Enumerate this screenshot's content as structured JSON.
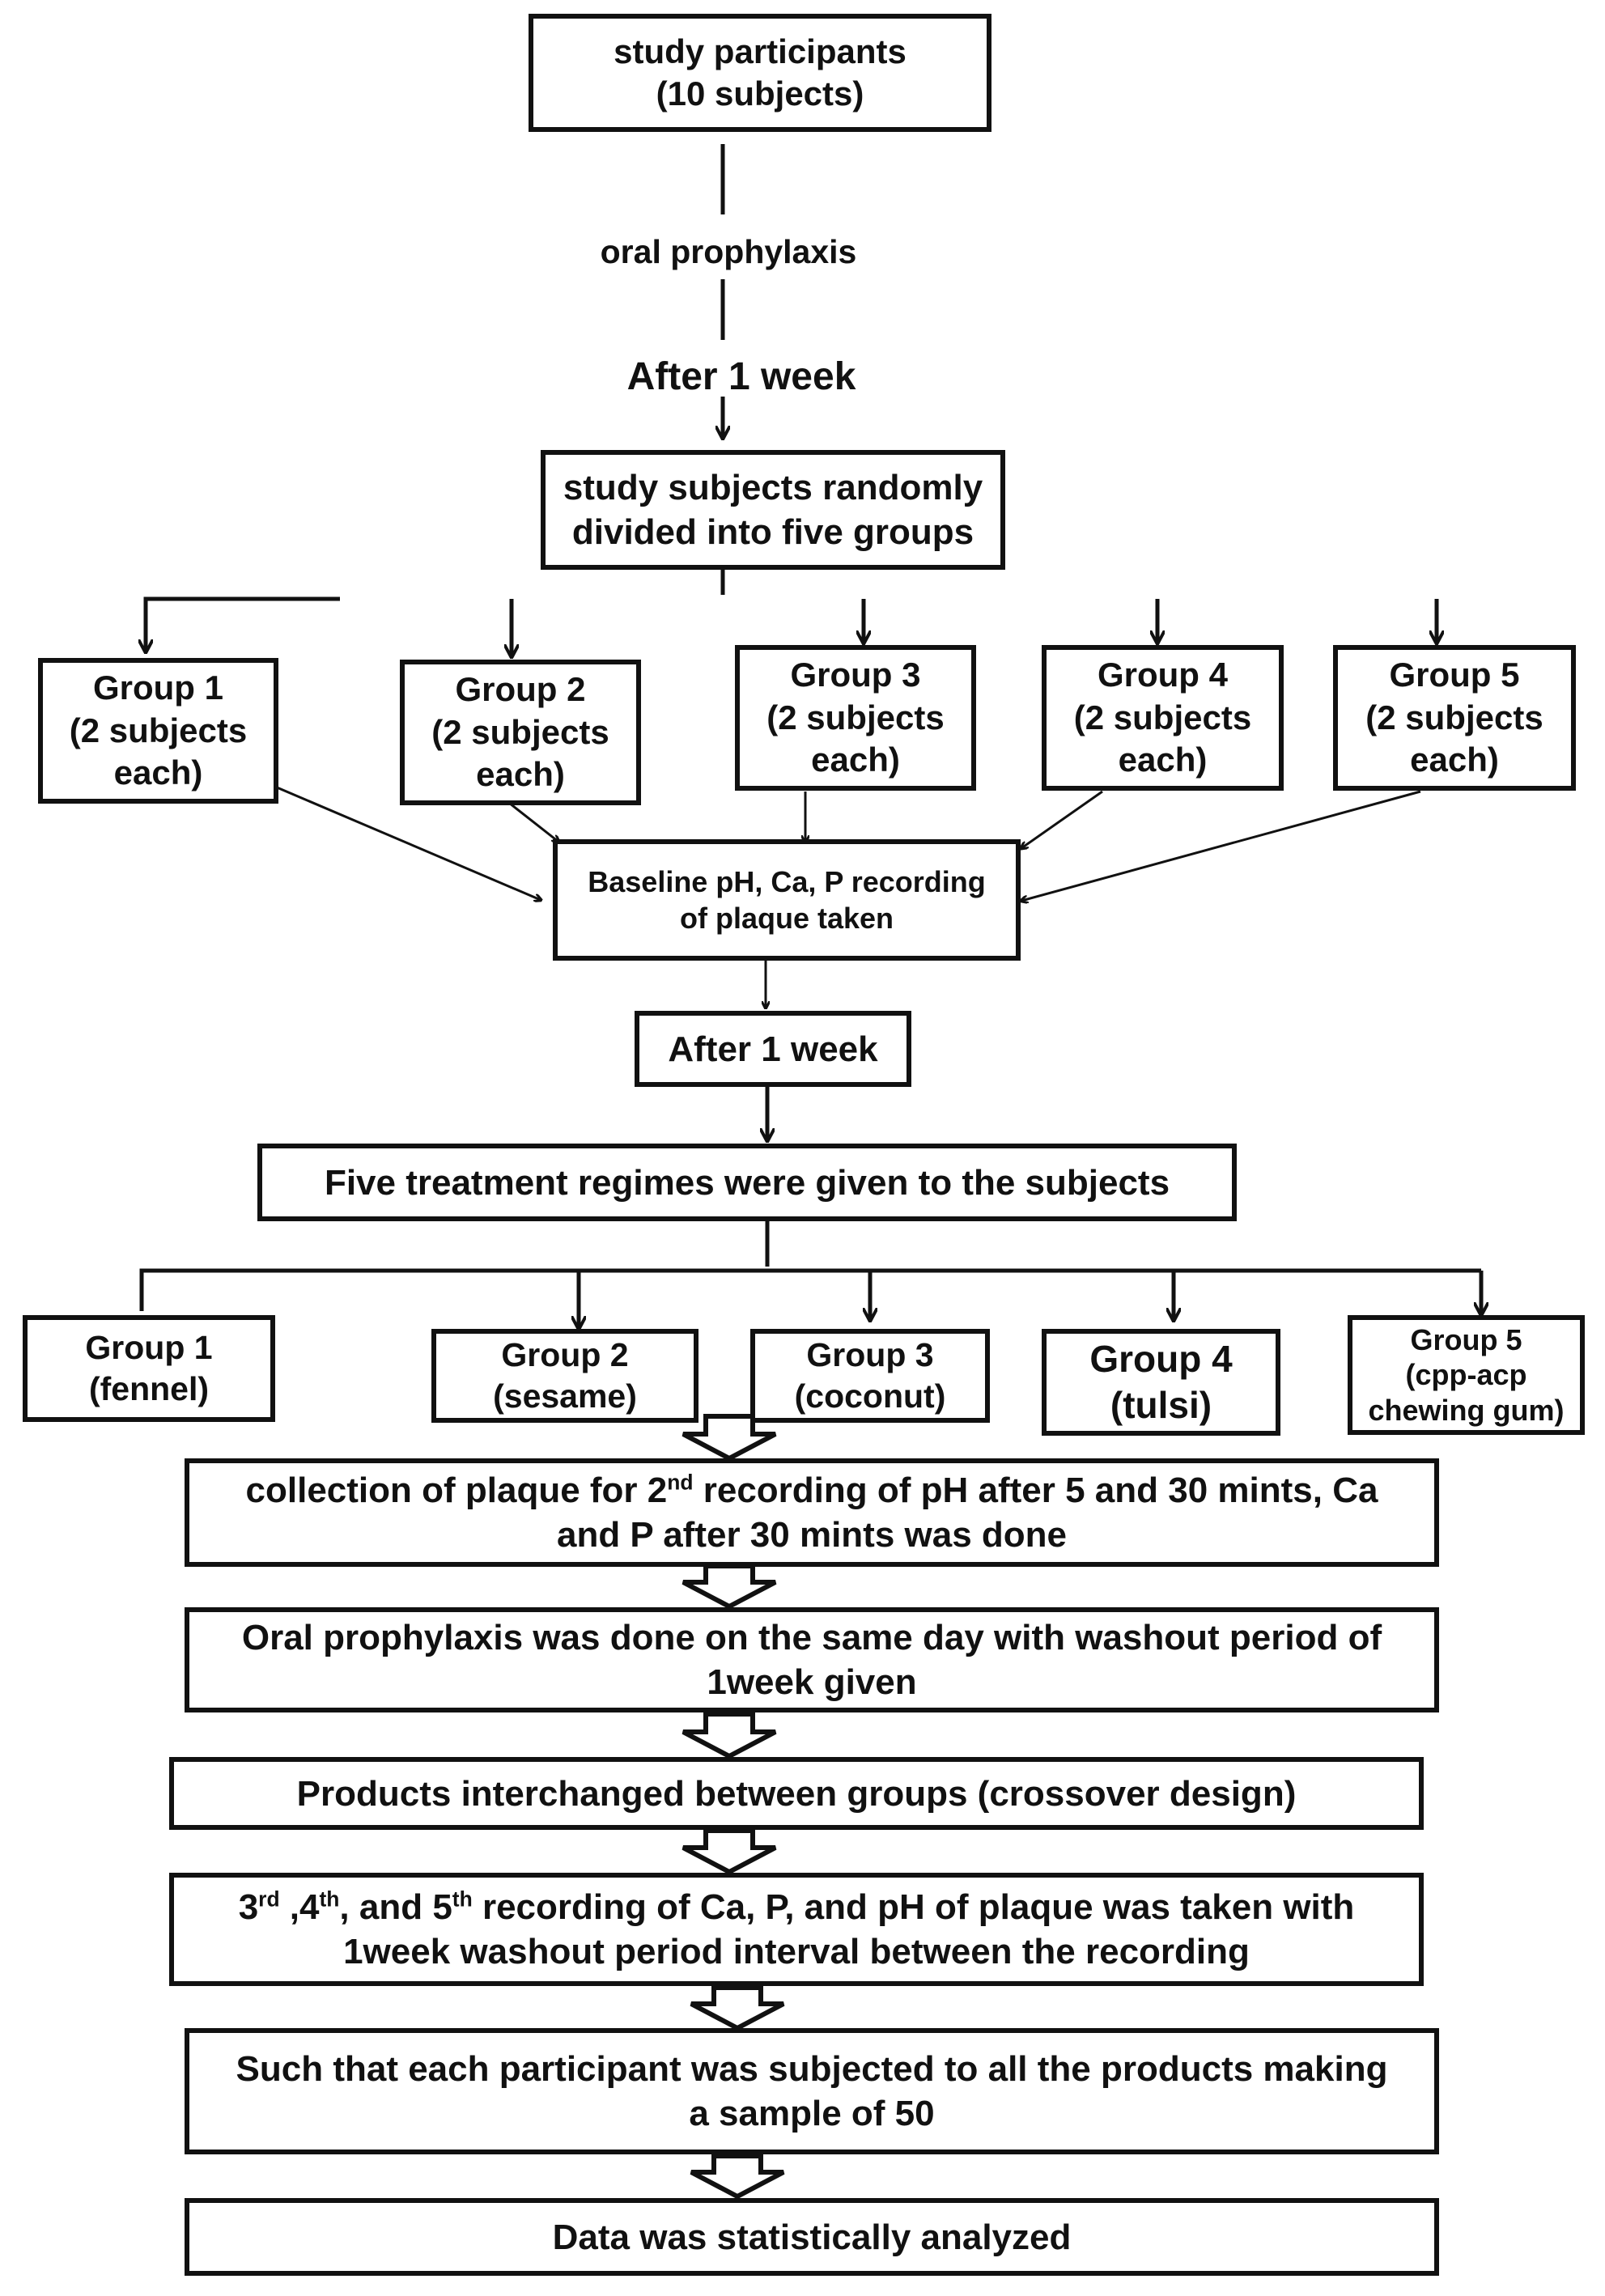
{
  "colors": {
    "ink": "#111111",
    "background": "#ffffff"
  },
  "flow": {
    "start": {
      "line1": "study participants",
      "line2": "(10 subjects)"
    },
    "step_prophylaxis": "oral prophylaxis",
    "step_wait1": "After 1 week",
    "randomize": {
      "line1": "study subjects randomly",
      "line2": "divided into five groups"
    },
    "groups_a": [
      {
        "line1": "Group 1",
        "line2": "(2 subjects",
        "line3": "each)"
      },
      {
        "line1": "Group 2",
        "line2": "(2 subjects",
        "line3": "each)"
      },
      {
        "line1": "Group 3",
        "line2": "(2 subjects",
        "line3": "each)"
      },
      {
        "line1": "Group 4",
        "line2": "(2 subjects",
        "line3": "each)"
      },
      {
        "line1": "Group 5",
        "line2": "(2 subjects",
        "line3": "each)"
      }
    ],
    "baseline": {
      "line1": "Baseline pH, Ca, P recording",
      "line2": "of plaque taken"
    },
    "wait2": "After 1 week",
    "treatment": "Five treatment regimes were given to the subjects",
    "groups_b": [
      {
        "line1": "Group 1",
        "line2": "(fennel)"
      },
      {
        "line1": "Group 2",
        "line2": "(sesame)"
      },
      {
        "line1": "Group 3",
        "line2": "(coconut)"
      },
      {
        "line1": "Group 4",
        "line2": "(tulsi)"
      },
      {
        "line1": "Group 5",
        "line2": "(cpp-acp",
        "line3": "chewing gum)"
      }
    ],
    "collection": {
      "pre": "collection of plaque for 2",
      "sup": "nd",
      "post": " recording of pH after 5 and 30 mints, Ca",
      "line2": "and P after 30 mints was done"
    },
    "washout": {
      "line1": "Oral prophylaxis was done on the same day with washout period of",
      "line2": "1week given"
    },
    "crossover": "Products interchanged between groups (crossover design)",
    "recordings": {
      "n3": "3",
      "s3": "rd",
      "n4": " ,4",
      "s4": "th",
      "mid": ", and 5",
      "s5": "th",
      "post": " recording of Ca, P, and pH of plaque was taken with",
      "line2": "1week washout period interval between the recording"
    },
    "sample": {
      "line1": "Such that each participant was subjected to all the products making",
      "line2": "a sample of 50"
    },
    "final": "Data was statistically analyzed"
  }
}
